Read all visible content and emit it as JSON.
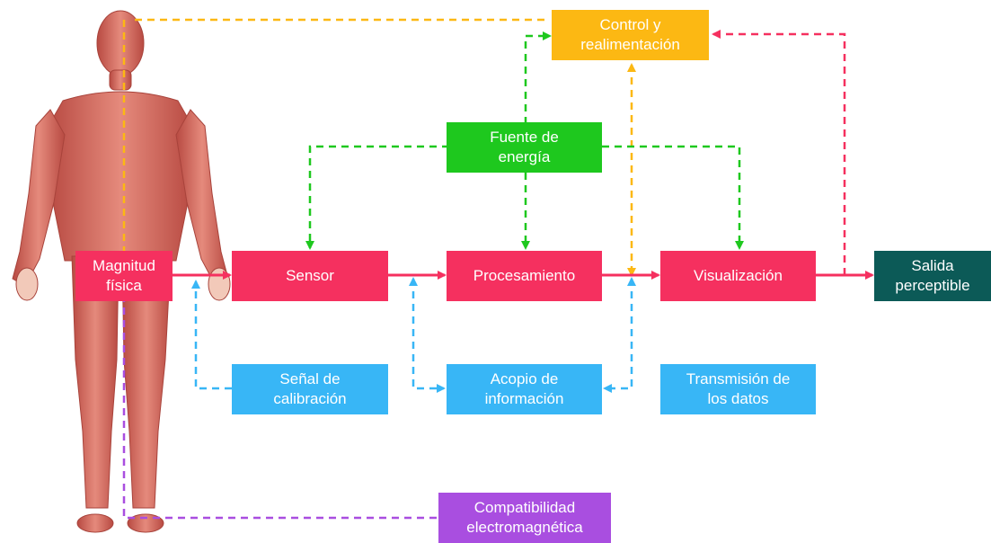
{
  "nodes": {
    "magnitud_fisica": "Magnitud\nfísica",
    "sensor": "Sensor",
    "procesamiento": "Procesamiento",
    "visualizacion": "Visualización",
    "salida_perceptible": "Salida\nperceptible",
    "control_realimentacion": "Control y\nrealimentación",
    "fuente_energia": "Fuente de\nenergía",
    "senal_calibracion": "Señal de\ncalibración",
    "acopio_informacion": "Acopio de\ninformación",
    "transmision_datos": "Transmisión de\nlos datos",
    "compatibilidad": "Compatibilidad\nelectromagnética"
  },
  "colors": {
    "signal_path": "#f5305f",
    "control": "#fcb813",
    "energy": "#1ec81e",
    "data": "#38b6f6",
    "emc": "#a94ee0",
    "output": "#0c5a57",
    "body_muscle": "#d9695f"
  },
  "icons": {
    "figure": "human-muscle-anatomy-figure"
  }
}
